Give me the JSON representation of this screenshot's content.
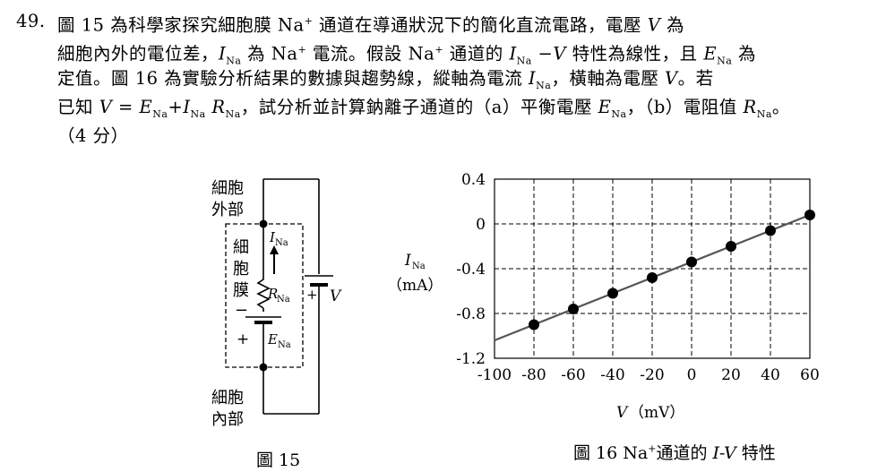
{
  "question": {
    "number": "49.",
    "line1_a": "圖 15 為科學家探究細胞膜 Na",
    "line1_b": " 通道在導通狀況下的簡化直流電路，電壓 ",
    "line1_c": " 為",
    "line2_a": "細胞內外的電位差，",
    "line2_b": " 為 Na",
    "line2_c": " 電流。假設 Na",
    "line2_d": " 通道的 ",
    "line2_e": " −",
    "line2_f": " 特性為線性，且 ",
    "line2_g": " 為",
    "line3_a": "定值。圖 16 為實驗分析結果的數據與趨勢線，縱軸為電流 ",
    "line3_b": "，橫軸為電壓 ",
    "line3_c": "。若",
    "line4_a": "已知 ",
    "line4_b": " = ",
    "line4_c": "+",
    "line4_d": "，試分析並計算鈉離子通道的（a）平衡電壓 ",
    "line4_e": "，（b）電阻值 ",
    "line4_f": "。",
    "line5": "（4 分）",
    "sym_V": "V",
    "sym_I": "I",
    "sym_E": "E",
    "sym_R": "R",
    "sub_Na": "Na",
    "sup_plus": "+"
  },
  "figure15": {
    "caption": "圖 15",
    "outside_label_1": "細胞",
    "outside_label_2": "外部",
    "inside_label_1": "細胞",
    "inside_label_2": "內部",
    "membrane_1": "細",
    "membrane_2": "胞",
    "membrane_3": "膜",
    "I_label": "I",
    "R_label": "R",
    "E_label": "E",
    "sub": "Na",
    "minus": "−",
    "plus": "+",
    "battery_plus": "+",
    "V_label": "V"
  },
  "figure16": {
    "caption_a": "圖 16 Na",
    "caption_sup": "+",
    "caption_b": "通道的 ",
    "caption_c": "I-V",
    "caption_d": " 特性"
  },
  "chart_data": {
    "type": "scatter",
    "x": [
      -80,
      -60,
      -40,
      -20,
      0,
      20,
      40,
      60
    ],
    "y": [
      -0.9,
      -0.76,
      -0.62,
      -0.48,
      -0.34,
      -0.2,
      -0.06,
      0.08
    ],
    "trendline": {
      "x": [
        -100,
        60
      ],
      "y": [
        -1.04,
        0.08
      ]
    },
    "xlim": [
      -100,
      60
    ],
    "ylim": [
      -1.2,
      0.4
    ],
    "xticks": [
      "-100",
      "-80",
      "-60",
      "-40",
      "-20",
      "0",
      "20",
      "40",
      "60"
    ],
    "yticks": [
      "0.4",
      "0",
      "-0.4",
      "-0.8",
      "-1.2"
    ],
    "grid": "dashed",
    "ylabel_sym": "I",
    "ylabel_sub": "Na",
    "ylabel_unit": "（mA）",
    "xlabel_sym": "V",
    "xlabel_unit": "（mV）",
    "color_points": "#000000",
    "color_line": "#555555"
  }
}
